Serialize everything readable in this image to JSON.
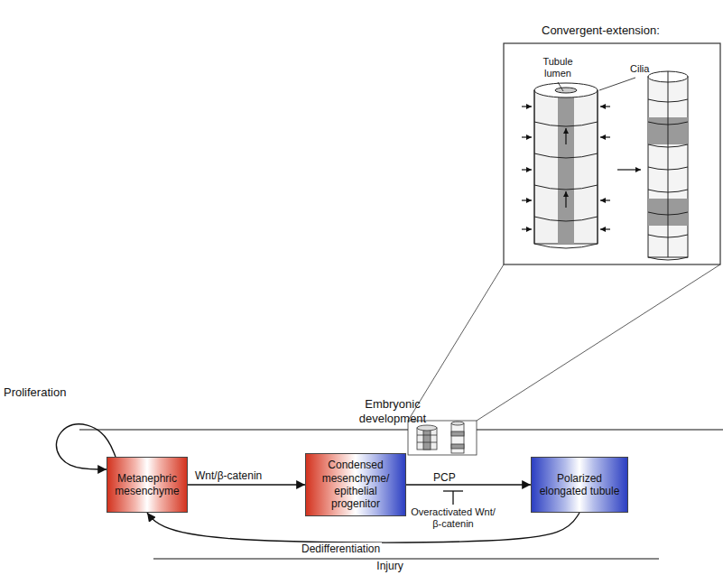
{
  "diagram": {
    "nodes": [
      {
        "text": [
          "Metanephric mesenchyme"
        ]
      },
      {
        "text": [
          "Condensed mesenchyme/ epithelial progenitor"
        ]
      },
      {
        "text": [
          "Polarized elongated tubule"
        ]
      }
    ],
    "edges": [
      {
        "from": 0,
        "to": 0,
        "label": "Proliferation",
        "arrow": "to"
      },
      {
        "from": 0,
        "to": 1,
        "label": "Wnt/β-catenin",
        "arrow": "to"
      },
      {
        "from": 1,
        "to": 2,
        "label": "PCP",
        "arrow": "to"
      },
      {
        "from": 2,
        "to": 0,
        "label": "Dedifferentiation",
        "arrow": "to"
      }
    ],
    "labels": [
      "Embryonic development",
      "Convergent-extension:",
      "Tubule lumen",
      "Cilia",
      "Overactivated Wnt/β-catenin",
      "Injury"
    ]
  }
}
